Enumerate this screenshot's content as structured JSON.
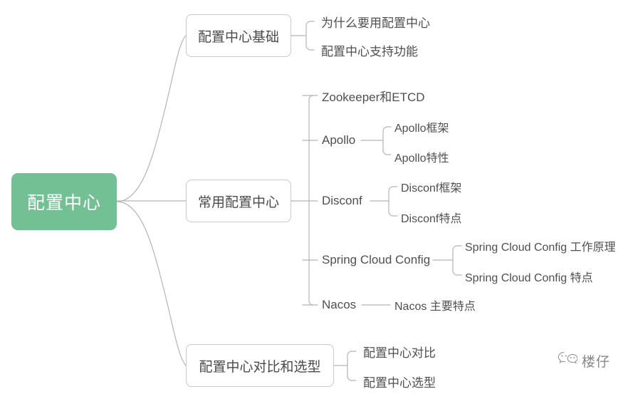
{
  "theme": {
    "background": "#ffffff",
    "root_fill": "#73c095",
    "root_text": "#ffffff",
    "node_text": "#4f4f4f",
    "node_border": "#c9c9c9",
    "edge_color": "#b4b4b4"
  },
  "mindmap": {
    "root": {
      "label": "配置中心"
    },
    "branches": [
      {
        "label": "配置中心基础",
        "children": [
          {
            "label": "为什么要用配置中心",
            "children": []
          },
          {
            "label": "配置中心支持功能",
            "children": []
          }
        ]
      },
      {
        "label": "常用配置中心",
        "children": [
          {
            "label": "Zookeeper和ETCD",
            "children": []
          },
          {
            "label": "Apollo",
            "children": [
              {
                "label": "Apollo框架"
              },
              {
                "label": "Apollo特性"
              }
            ]
          },
          {
            "label": "Disconf",
            "children": [
              {
                "label": "Disconf框架"
              },
              {
                "label": "Disconf特点"
              }
            ]
          },
          {
            "label": "Spring Cloud Config",
            "children": [
              {
                "label": "Spring Cloud Config 工作原理"
              },
              {
                "label": "Spring Cloud Config 特点"
              }
            ]
          },
          {
            "label": "Nacos",
            "children": [
              {
                "label": "Nacos 主要特点"
              }
            ]
          }
        ]
      },
      {
        "label": "配置中心对比和选型",
        "children": [
          {
            "label": "配置中心对比",
            "children": []
          },
          {
            "label": "配置中心选型",
            "children": []
          }
        ]
      }
    ]
  },
  "watermark": {
    "icon": "wechat-icon",
    "text": "楼仔"
  }
}
